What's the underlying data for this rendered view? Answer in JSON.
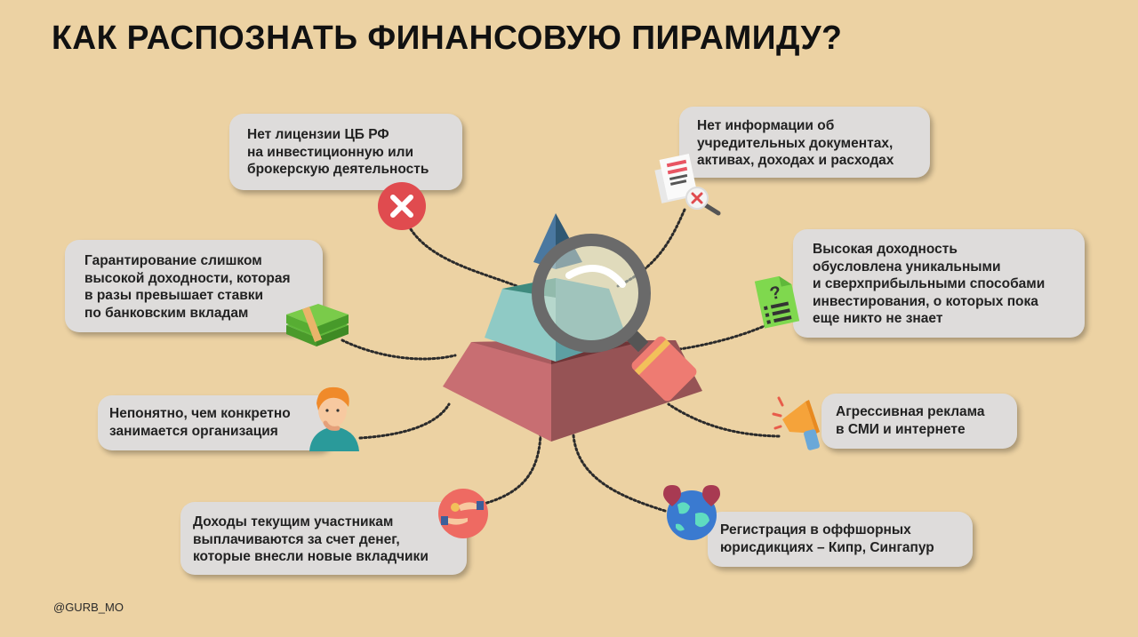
{
  "title": "КАК РАСПОЗНАТЬ ФИНАНСОВУЮ ПИРАМИДУ?",
  "footer": "@GURB_MO",
  "colors": {
    "background": "#ecd2a3",
    "card": "#dedcdb",
    "pyramid_top": "#3f6b8d",
    "pyramid_mid": "#8fcac5",
    "pyramid_base": "#c86e72",
    "accent_red": "#e04b4f",
    "connector": "#2b2b2b"
  },
  "signs": [
    {
      "id": "no-license",
      "icon": "x-circle-icon",
      "text": "Нет лицензии ЦБ РФ\nна инвестиционную или\nброкерскую деятельность"
    },
    {
      "id": "no-info",
      "icon": "document-search-icon",
      "text": "Нет информации об\nучредительных документах,\nактивах, доходах и расходах"
    },
    {
      "id": "guaranteed-return",
      "icon": "money-stack-icon",
      "text": "Гарантирование слишком\nвысокой доходности, которая\nв разы превышает ставки\nпо банковским вкладам"
    },
    {
      "id": "unique-methods",
      "icon": "question-document-icon",
      "text": "Высокая доходность\nобусловлена уникальными\nи сверхприбыльными способами\nинвестирования, о которых пока\nеще никто не знает"
    },
    {
      "id": "unclear-business",
      "icon": "thinking-person-icon",
      "text": "Непонятно, чем конкретно\nзанимается организация"
    },
    {
      "id": "aggressive-ads",
      "icon": "megaphone-icon",
      "text": "Агрессивная реклама\nв СМИ и интернете"
    },
    {
      "id": "ponzi-payments",
      "icon": "hand-coin-icon",
      "text": "Доходы текущим участникам\nвыплачиваются за счет денег,\nкоторые внесли новые вкладчики"
    },
    {
      "id": "offshore",
      "icon": "globe-pins-icon",
      "text": "Регистрация в оффшорных\nюрисдикциях – Кипр, Сингапур"
    }
  ]
}
